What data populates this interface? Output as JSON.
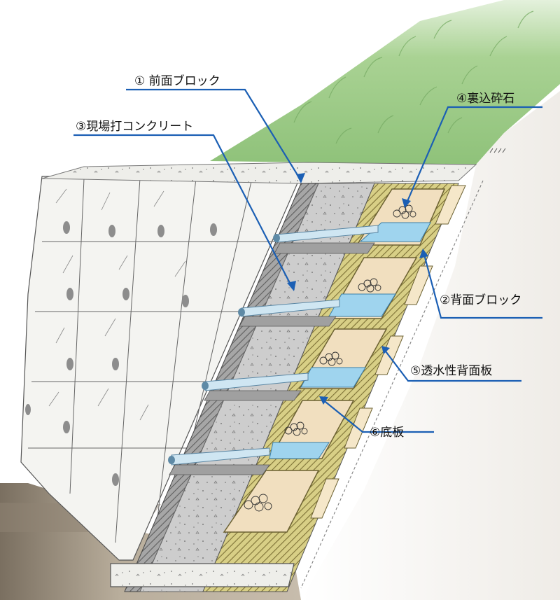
{
  "labels": {
    "front_block": "① 前面ブロック",
    "cast_in_place_concrete": "③現場打コンクリート",
    "backfill_crushed_stone": "④裏込砕石",
    "back_block": "②背面ブロック",
    "permeable_back_plate": "⑤透水性背面板",
    "bottom_plate": "⑥底板"
  },
  "colors": {
    "leader_line": "#1b5fb4",
    "grass": "#8ec07a",
    "front_block": "#9a9a9a",
    "concrete": "#c9c9c9",
    "back_block": "#c8bb6a",
    "stone_fill": "#f1dfbf",
    "drain_water": "#9fd4ee",
    "ground": "#b8ae9e"
  },
  "icons": [
    "ground-hatch-icon",
    "ground-hatch-icon-top"
  ]
}
